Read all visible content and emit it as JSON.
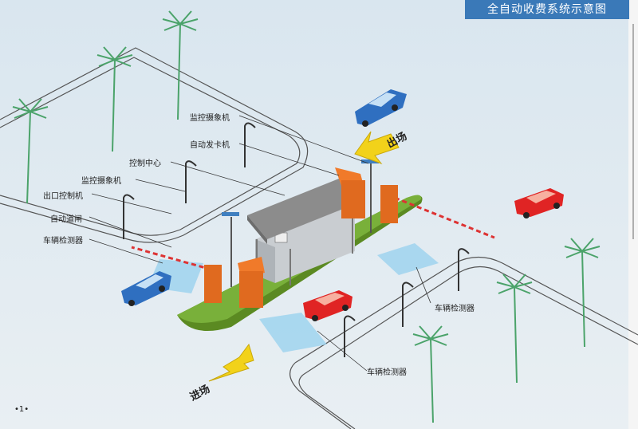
{
  "title": "全自动收费系统示意图",
  "page_number": "•1•",
  "labels": {
    "camera_top": "监控摄象机",
    "auto_card": "自动发卡机",
    "control_center": "控制中心",
    "camera_left": "监控摄象机",
    "exit_controller": "出口控制机",
    "auto_gate": "自动道闸",
    "detector_left": "车辆检测器",
    "detector_right": "车辆检测器",
    "detector_bottom": "车辆检测器"
  },
  "arrows": {
    "exit": "出场",
    "entry": "进场"
  },
  "colors": {
    "title_bg": "#3a79b8",
    "island": "#6a9a2a",
    "booth_roof": "#8c8c8c",
    "machine": "#e06a1f",
    "car_blue": "#2f6fc0",
    "car_red": "#e02424",
    "arrow": "#f2d21a",
    "detector": "#9fd3ef"
  }
}
